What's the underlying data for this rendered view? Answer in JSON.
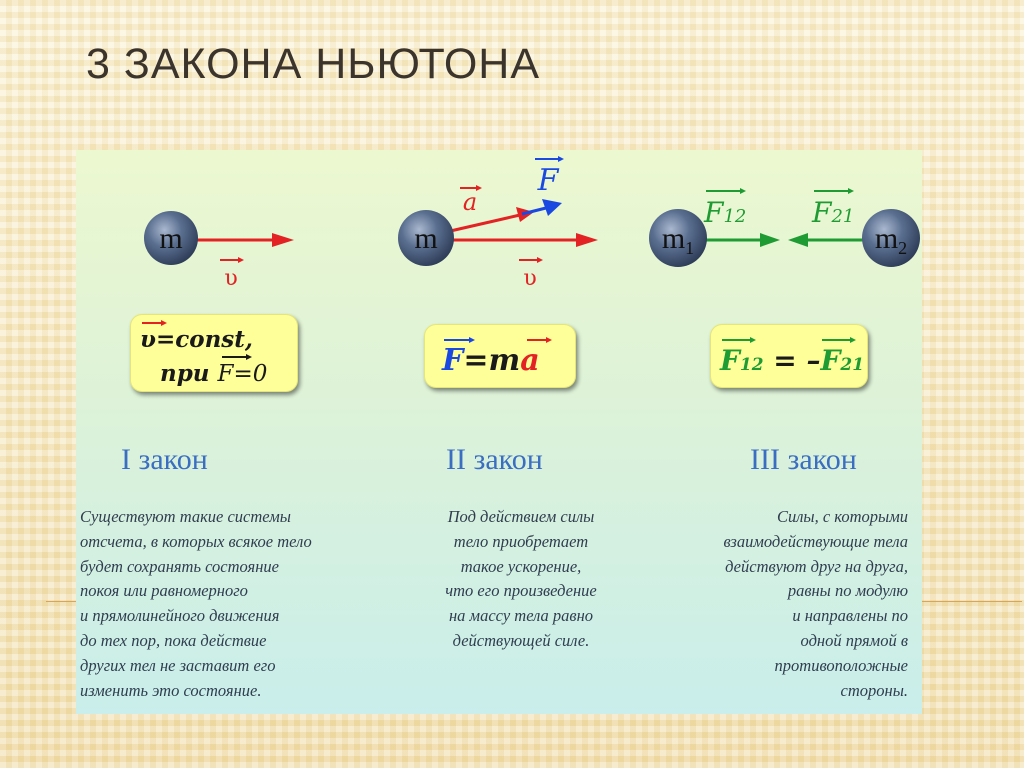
{
  "slide": {
    "title": "3   ЗАКОНА НЬЮТОНА"
  },
  "colors": {
    "velocity_arrow": "#e32224",
    "acceleration_arrow": "#e32224",
    "force_arrow": "#1a49e2",
    "interaction_force_arrow": "#1f9b33",
    "law_heading": "#3a6ec2",
    "formula_box": "#ffff9a",
    "ball": "#5a6f90"
  },
  "diagram": {
    "law1": {
      "mass_label": "m",
      "velocity_label": "υ",
      "formula_line1": "υ=const,",
      "formula_line2_prefix": "при ",
      "formula_line2_force": "F",
      "formula_line2_suffix": "=0",
      "heading": "I закон",
      "description": [
        "Существуют такие системы",
        "отсчета, в которых всякое тело",
        "будет сохранять состояние",
        "покоя или равномерного",
        "и прямолинейного движения",
        "до тех пор, пока действие",
        "других тел не заставит его",
        "изменить это состояние."
      ]
    },
    "law2": {
      "mass_label": "m",
      "acceleration_label": "a",
      "force_label": "F",
      "velocity_label": "υ",
      "formula_force": "F",
      "formula_equals_m": "=m",
      "formula_acceleration": "a",
      "heading": "II закон",
      "description": [
        "Под действием силы",
        "тело приобретает",
        "такое ускорение,",
        "что его произведение",
        "на массу тела равно",
        "действующей силе."
      ]
    },
    "law3": {
      "mass1_label": "m",
      "mass1_sub": "1",
      "mass2_label": "m",
      "mass2_sub": "2",
      "force12_label": "F",
      "force12_sub": "12",
      "force21_label": "F",
      "force21_sub": "21",
      "formula_left": "F",
      "formula_left_sub": "12",
      "formula_equals": " = –",
      "formula_right": "F",
      "formula_right_sub": "21",
      "heading": "III закон",
      "description": [
        "Силы, с которыми",
        "взаимодействующие тела",
        "действуют друг на друга,",
        "равны по модулю",
        "и направлены по",
        "одной прямой в",
        "противоположные",
        "стороны."
      ]
    }
  }
}
